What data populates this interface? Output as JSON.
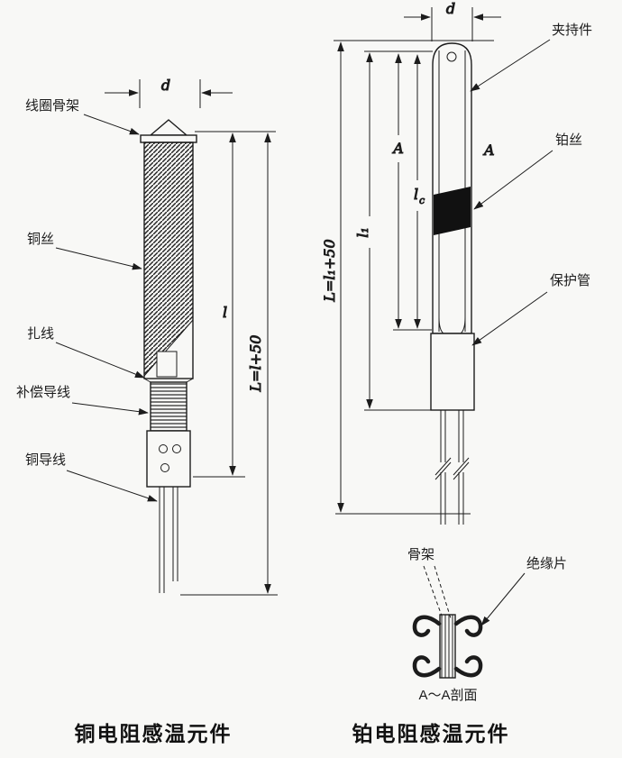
{
  "left": {
    "caption": "铜电阻感温元件",
    "labels": {
      "coil_frame": "线圈骨架",
      "copper_wire": "铜丝",
      "binding_wire": "扎线",
      "compensation_lead": "补偿导线",
      "copper_lead_wire": "铜导线"
    },
    "dims": {
      "d": "d",
      "l": "l",
      "L": "L=l+50"
    }
  },
  "right": {
    "caption": "铂电阻感温元件",
    "labels": {
      "clamp": "夹持件",
      "platinum_wire": "铂丝",
      "protection_tube": "保护管",
      "frame": "骨架",
      "insulation_sheet": "绝缘片"
    },
    "dims": {
      "d": "d",
      "A_left": "A",
      "A_right": "A",
      "lc_main": "l",
      "lc_sub": "c",
      "l1": "l₁",
      "L": "L=l₁+50"
    },
    "section_caption": "A～A剖面"
  }
}
